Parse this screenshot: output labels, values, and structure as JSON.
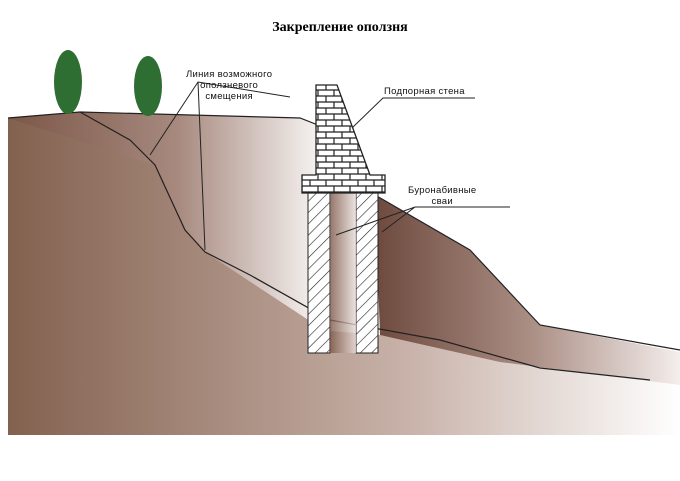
{
  "title": "Закрепление оползня",
  "labels": {
    "slide_line": [
      "Линия возможного",
      "оползневого",
      "смещения"
    ],
    "retaining_wall": "Подпорная стена",
    "piles": [
      "Буронабивные",
      "сваи"
    ]
  },
  "colors": {
    "soil": "#7d5a4c",
    "tree": "#2f6e32",
    "line": "#111111"
  }
}
